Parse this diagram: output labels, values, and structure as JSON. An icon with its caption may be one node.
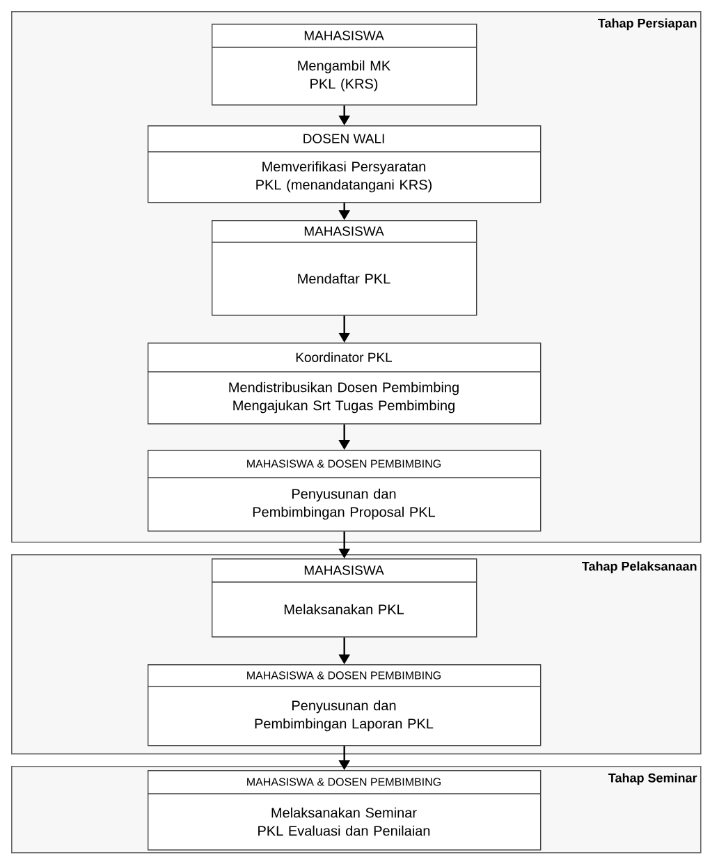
{
  "diagram": {
    "nodes": [
      {
        "text": [
          "Tahap Persiapan"
        ]
      },
      {
        "text": [
          "MAHASISWA",
          "Mengambil MK PKL (KRS)"
        ],
        "in": 0
      },
      {
        "text": [
          "DOSEN WALI",
          "Memverifikasi Persyaratan PKL (menandatangani KRS)"
        ],
        "in": 0
      },
      {
        "text": [
          "MAHASISWA",
          "Mendaftar PKL"
        ],
        "in": 0
      },
      {
        "text": [
          "Koordinator PKL",
          "Mendistribusikan Dosen Pembimbing Mengajukan Srt Tugas Pembimbing"
        ],
        "in": 0
      },
      {
        "text": [
          "MAHASISWA & DOSEN PEMBIMBING",
          "Penyusunan dan Pembimbingan Proposal PKL"
        ],
        "in": 0
      },
      {
        "text": [
          "Tahap Pelaksanaan"
        ]
      },
      {
        "text": [
          "MAHASISWA",
          "Melaksanakan PKL"
        ],
        "in": 6
      },
      {
        "text": [
          "MAHASISWA & DOSEN PEMBIMBING",
          "Penyusunan dan Pembimbingan Laporan PKL"
        ],
        "in": 6
      },
      {
        "text": [
          "Tahap Seminar"
        ]
      },
      {
        "text": [
          "MAHASISWA & DOSEN PEMBIMBING",
          "Melaksanakan Seminar PKL Evaluasi dan Penilaian"
        ],
        "in": 9
      }
    ],
    "edges": [
      {
        "from": 1,
        "to": 2,
        "arrow": "to"
      },
      {
        "from": 2,
        "to": 3,
        "arrow": "to"
      },
      {
        "from": 3,
        "to": 4,
        "arrow": "to"
      },
      {
        "from": 4,
        "to": 5,
        "arrow": "to"
      },
      {
        "from": 5,
        "to": 7,
        "arrow": "to"
      },
      {
        "from": 7,
        "to": 8,
        "arrow": "to"
      },
      {
        "from": 8,
        "to": 10,
        "arrow": "to"
      }
    ]
  }
}
